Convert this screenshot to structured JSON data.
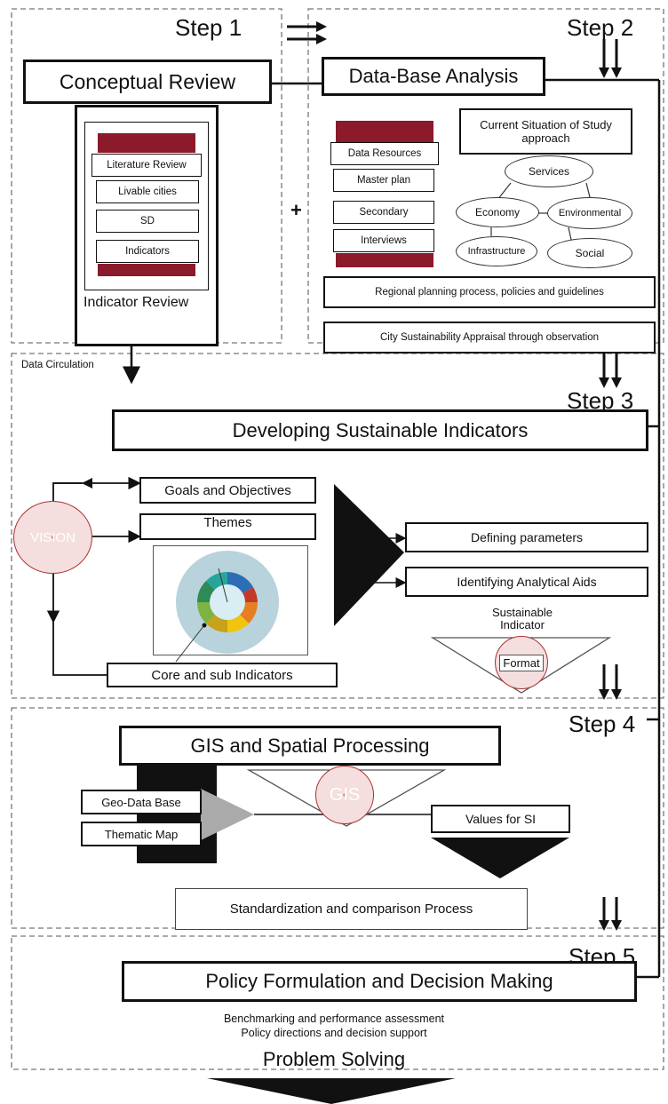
{
  "steps": {
    "s1": "Step 1",
    "s2": "Step 2",
    "s3": "Step 3",
    "s4": "Step 4",
    "s5": "Step 5"
  },
  "step1": {
    "title": "Conceptual Review",
    "items": [
      "Literature Review",
      "Livable cities",
      "SD",
      "Indicators"
    ],
    "caption": "Indicator Review",
    "circulation": "Data Circulation"
  },
  "step2": {
    "title": "Data-Base Analysis",
    "current": "Current Situation of Study approach",
    "resources": [
      "Data Resources",
      "Master plan",
      "Secondary",
      "Interviews"
    ],
    "plus": "+",
    "ovals": {
      "services": "Services",
      "economy": "Economy",
      "environmental": "Environmental",
      "infrastructure": "Infrastructure",
      "social": "Social"
    },
    "regional": "Regional planning process, policies and guidelines",
    "appraisal": "City Sustainability Appraisal through observation"
  },
  "step3": {
    "title": "Developing Sustainable Indicators",
    "vision": "VISION",
    "goals": "Goals and Objectives",
    "themes": "Themes",
    "core": "Core and sub Indicators",
    "defining": "Defining parameters",
    "aids": "Identifying Analytical Aids",
    "si_label": "Sustainable Indicator",
    "format": "Format"
  },
  "step4": {
    "title": "GIS and Spatial Processing",
    "geo": "Geo-Data Base",
    "thematic": "Thematic Map",
    "gis": "GIS",
    "values": "Values for SI",
    "standard": "Standardization and comparison Process"
  },
  "step5": {
    "title": "Policy Formulation and Decision Making",
    "bench": "Benchmarking and performance assessment",
    "policy": "Policy directions and decision support"
  },
  "final": "Problem Solving",
  "colors": {
    "maroon": "#8b1a2b",
    "ink": "#111111",
    "circle": "#d9868a",
    "wheel_bg": "#b9d3dd"
  }
}
